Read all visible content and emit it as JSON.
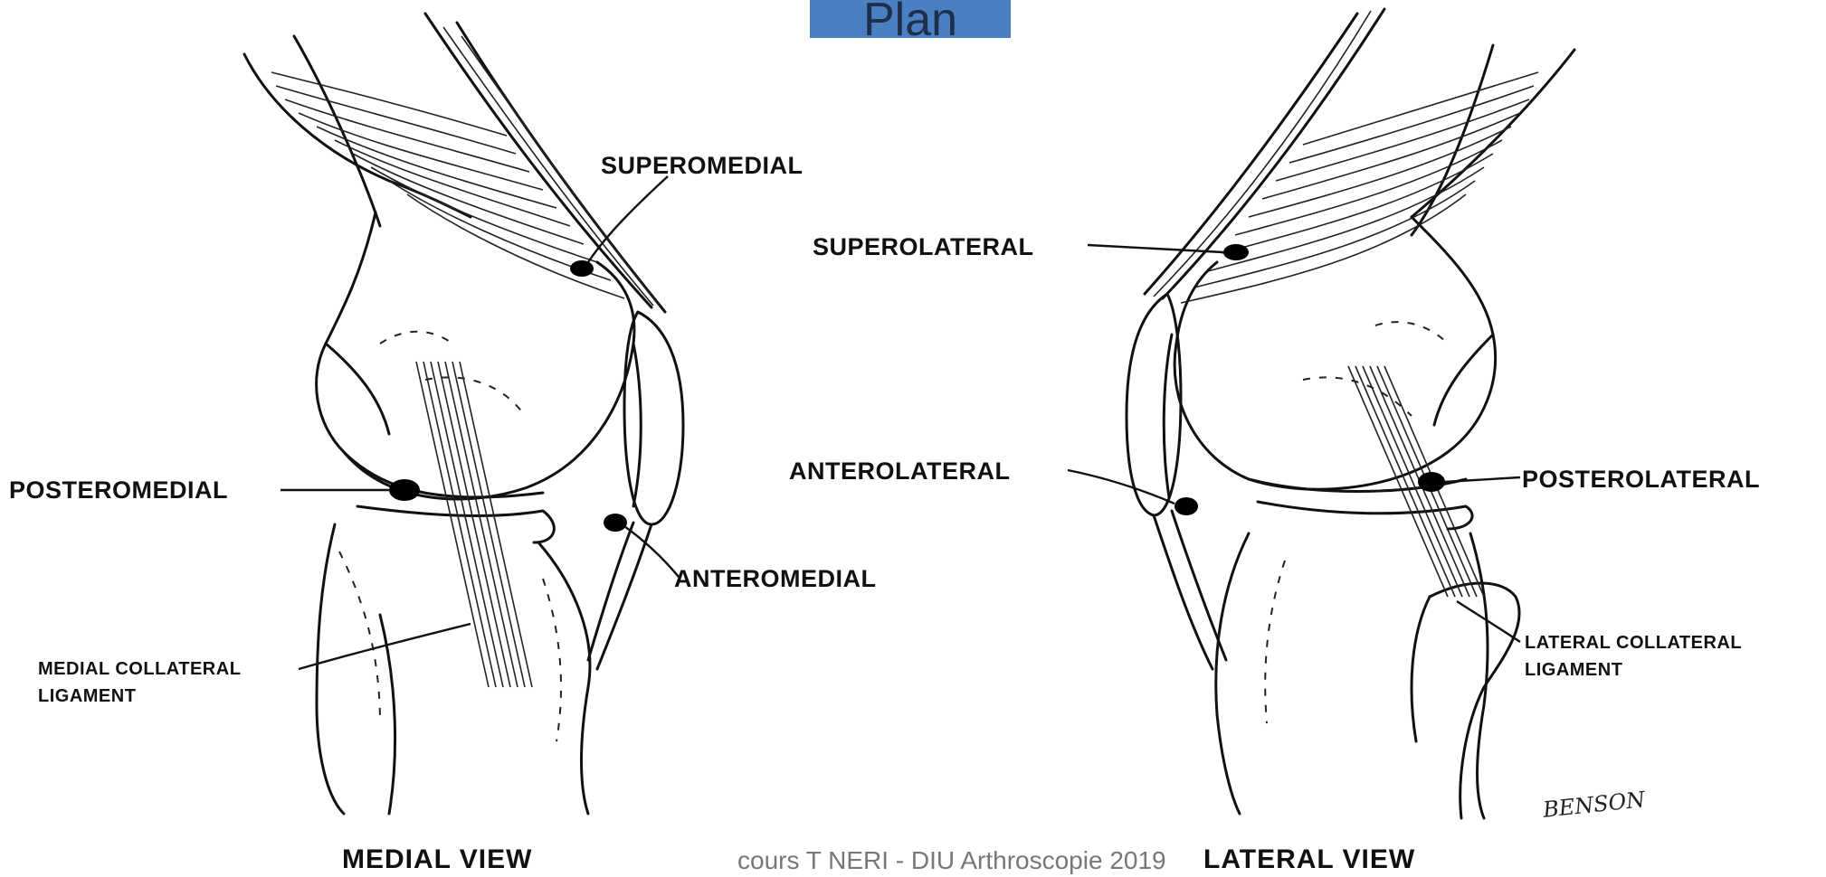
{
  "title_fragment": "Plan",
  "labels": {
    "superomedial": "SUPEROMEDIAL",
    "posteromedial": "POSTEROMEDIAL",
    "anteromedial": "ANTEROMEDIAL",
    "medial_collateral": "MEDIAL COLLATERAL",
    "ligament_left": "LIGAMENT",
    "superolateral": "SUPEROLATERAL",
    "anterolateral": "ANTEROLATERAL",
    "posterolateral": "POSTEROLATERAL",
    "lateral_collateral": "LATERAL COLLATERAL",
    "ligament_right": "LIGAMENT"
  },
  "views": {
    "medial": "MEDIAL VIEW",
    "lateral": "LATERAL VIEW"
  },
  "signature": "BENSON",
  "footer": "cours T NERI - DIU Arthroscopie 2019"
}
